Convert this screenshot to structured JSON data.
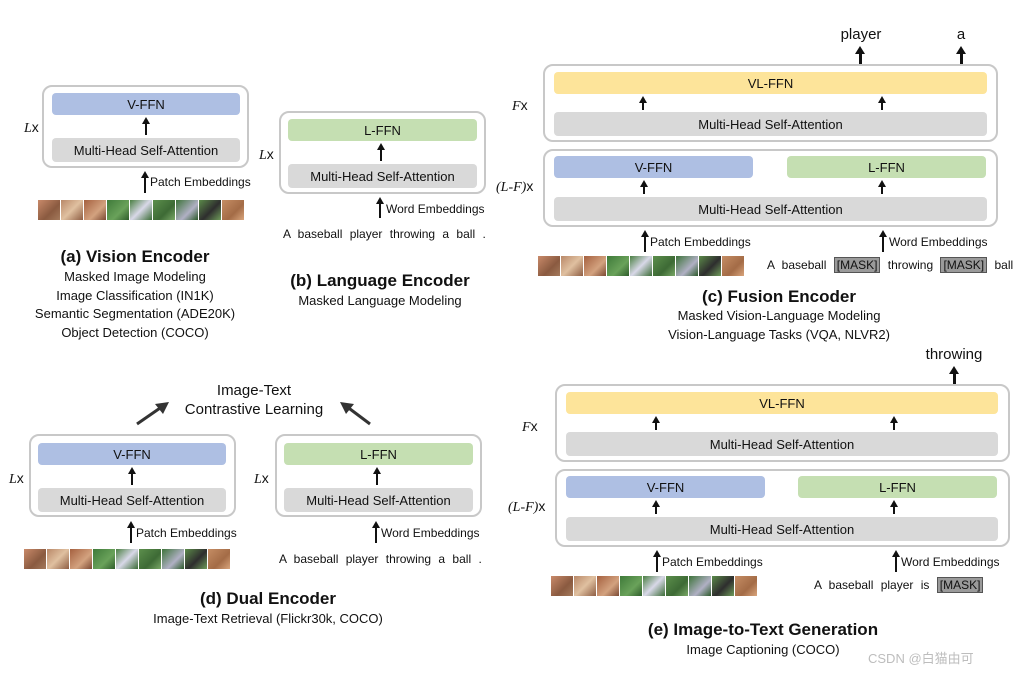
{
  "labels": {
    "lx": "L",
    "fx": "F",
    "lfx": "(L-F)",
    "x": "x",
    "vffn": "V-FFN",
    "lffn": "L-FFN",
    "vlffn": "VL-FFN",
    "mhsa": "Multi-Head Self-Attention",
    "patch": "Patch Embeddings",
    "word": "Word Embeddings"
  },
  "sentences": {
    "full": "A baseball player throwing a ball .",
    "fusion_a": "A baseball",
    "fusion_mask": "[MASK]",
    "fusion_b": "throwing",
    "fusion_c": "ball .",
    "gen_a": "A baseball player is"
  },
  "panels": {
    "a": {
      "title": "(a) Vision Encoder",
      "tasks": [
        "Masked Image Modeling",
        "Image Classification (IN1K)",
        "Semantic Segmentation (ADE20K)",
        "Object Detection (COCO)"
      ]
    },
    "b": {
      "title": "(b) Language Encoder",
      "tasks": [
        "Masked Language Modeling"
      ]
    },
    "c": {
      "title": "(c) Fusion Encoder",
      "tasks": [
        "Masked Vision-Language Modeling",
        "Vision-Language Tasks (VQA, NLVR2)"
      ],
      "outputs": [
        "player",
        "a"
      ]
    },
    "d": {
      "title": "(d) Dual Encoder",
      "tasks": [
        "Image-Text Retrieval (Flickr30k, COCO)"
      ],
      "center_text": [
        "Image-Text",
        "Contrastive Learning"
      ]
    },
    "e": {
      "title": "(e) Image-to-Text Generation",
      "tasks": [
        "Image Captioning (COCO)"
      ],
      "outputs": [
        "throwing"
      ]
    }
  },
  "watermark": "CSDN @白猫由可",
  "colors": {
    "vffn": "#aebfe3",
    "lffn": "#c5dfb2",
    "vlffn": "#fde49a",
    "mhsa": "#d9d9d9",
    "frame": "#c8c8c8"
  }
}
